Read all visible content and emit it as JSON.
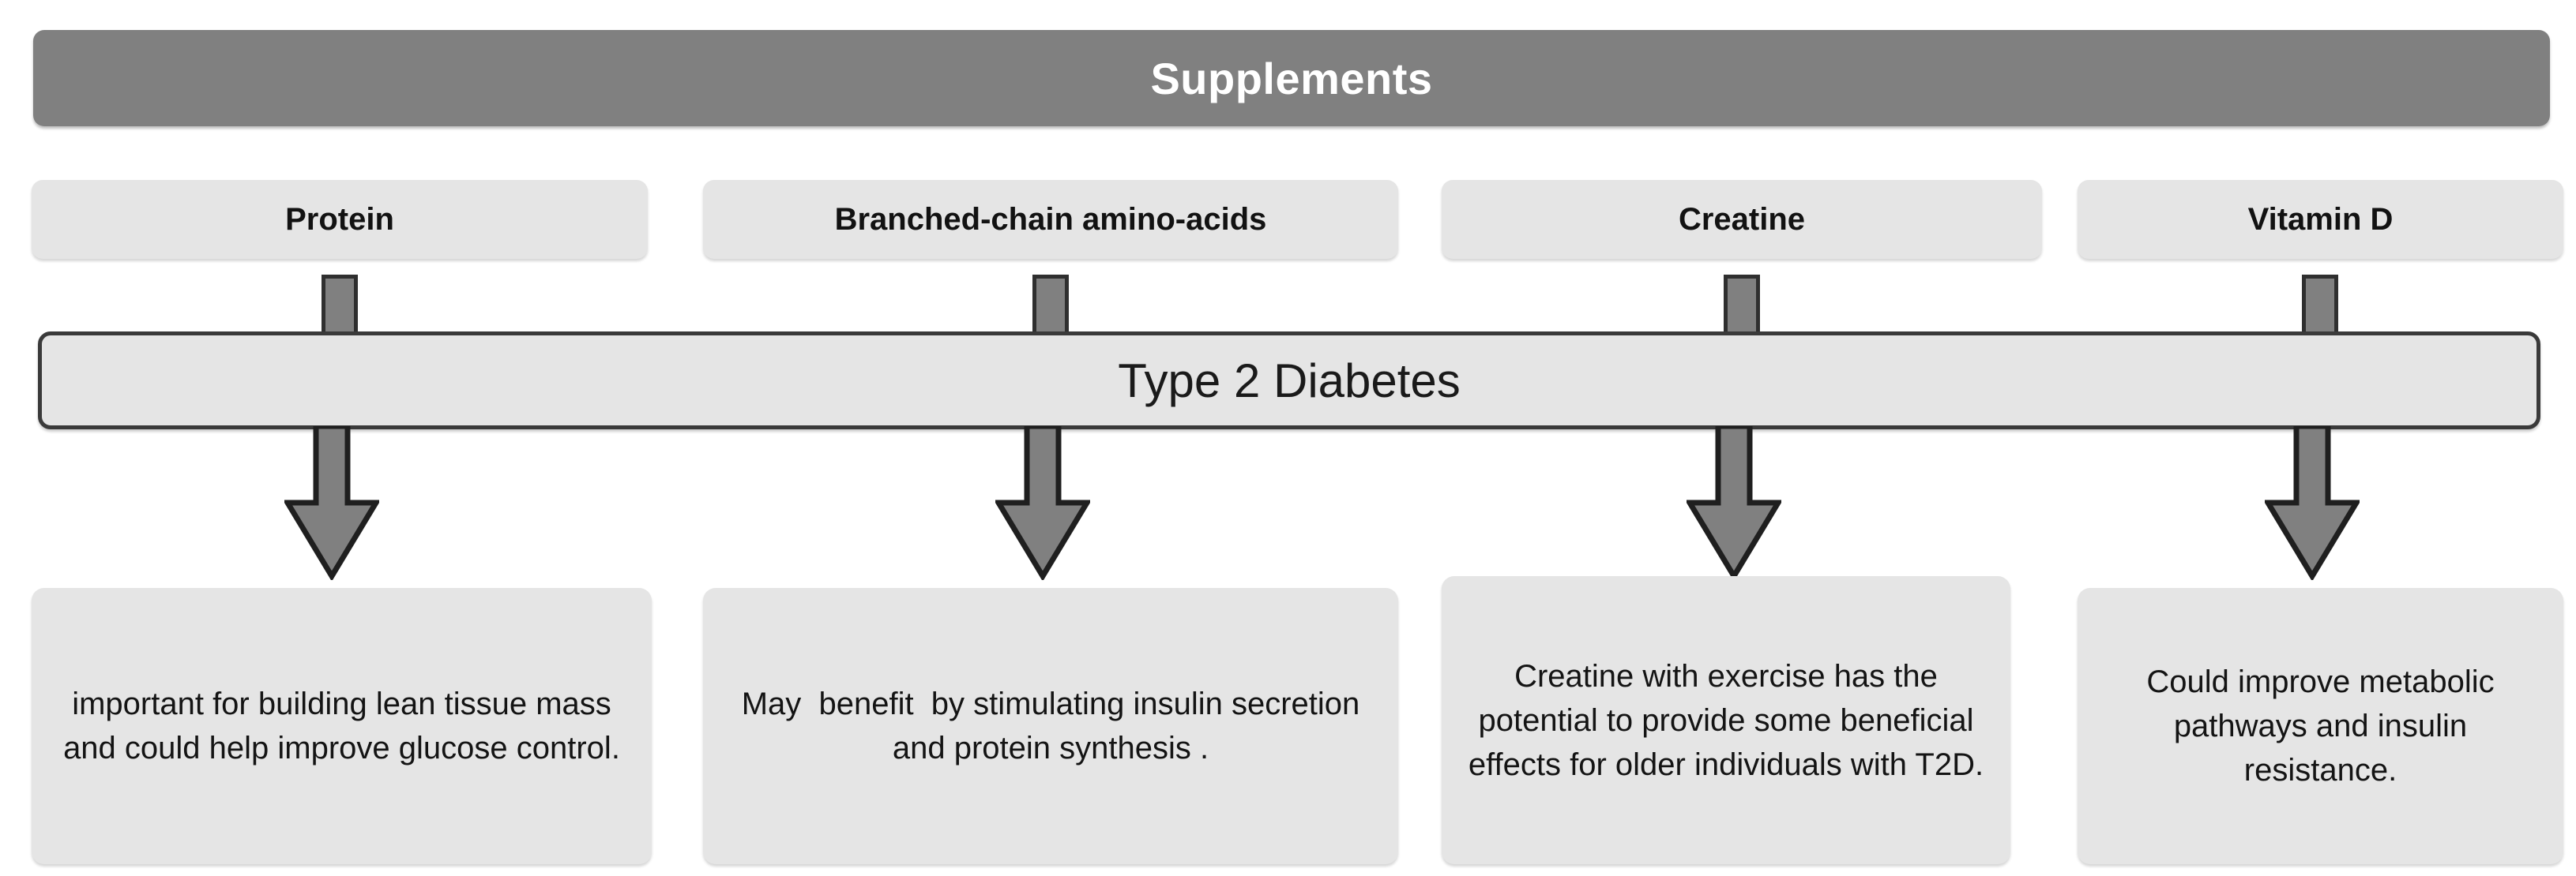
{
  "header": {
    "title": "Supplements",
    "background_color": "#808080",
    "text_color": "#ffffff"
  },
  "central_node": {
    "label": "Type 2 Diabetes",
    "background_color": "#E5E5E5",
    "border_color": "#3a3a3a"
  },
  "style": {
    "box_fill": "#E5E5E5",
    "arrow_fill": "#808080",
    "arrow_stroke": "#1f1f1f",
    "text_color": "#141414"
  },
  "supplements": [
    {
      "name": "Protein",
      "effect": "important for building lean tissue mass  and could help improve glucose control."
    },
    {
      "name": "Branched-chain amino-acids",
      "effect": "May  benefit  by stimulating insulin secretion and protein synthesis ."
    },
    {
      "name": "Creatine",
      "effect": "Creatine with exercise has the potential to provide some beneficial effects for older individuals with T2D."
    },
    {
      "name": "Vitamin D",
      "effect": "Could improve metabolic pathways and insulin resistance."
    }
  ]
}
